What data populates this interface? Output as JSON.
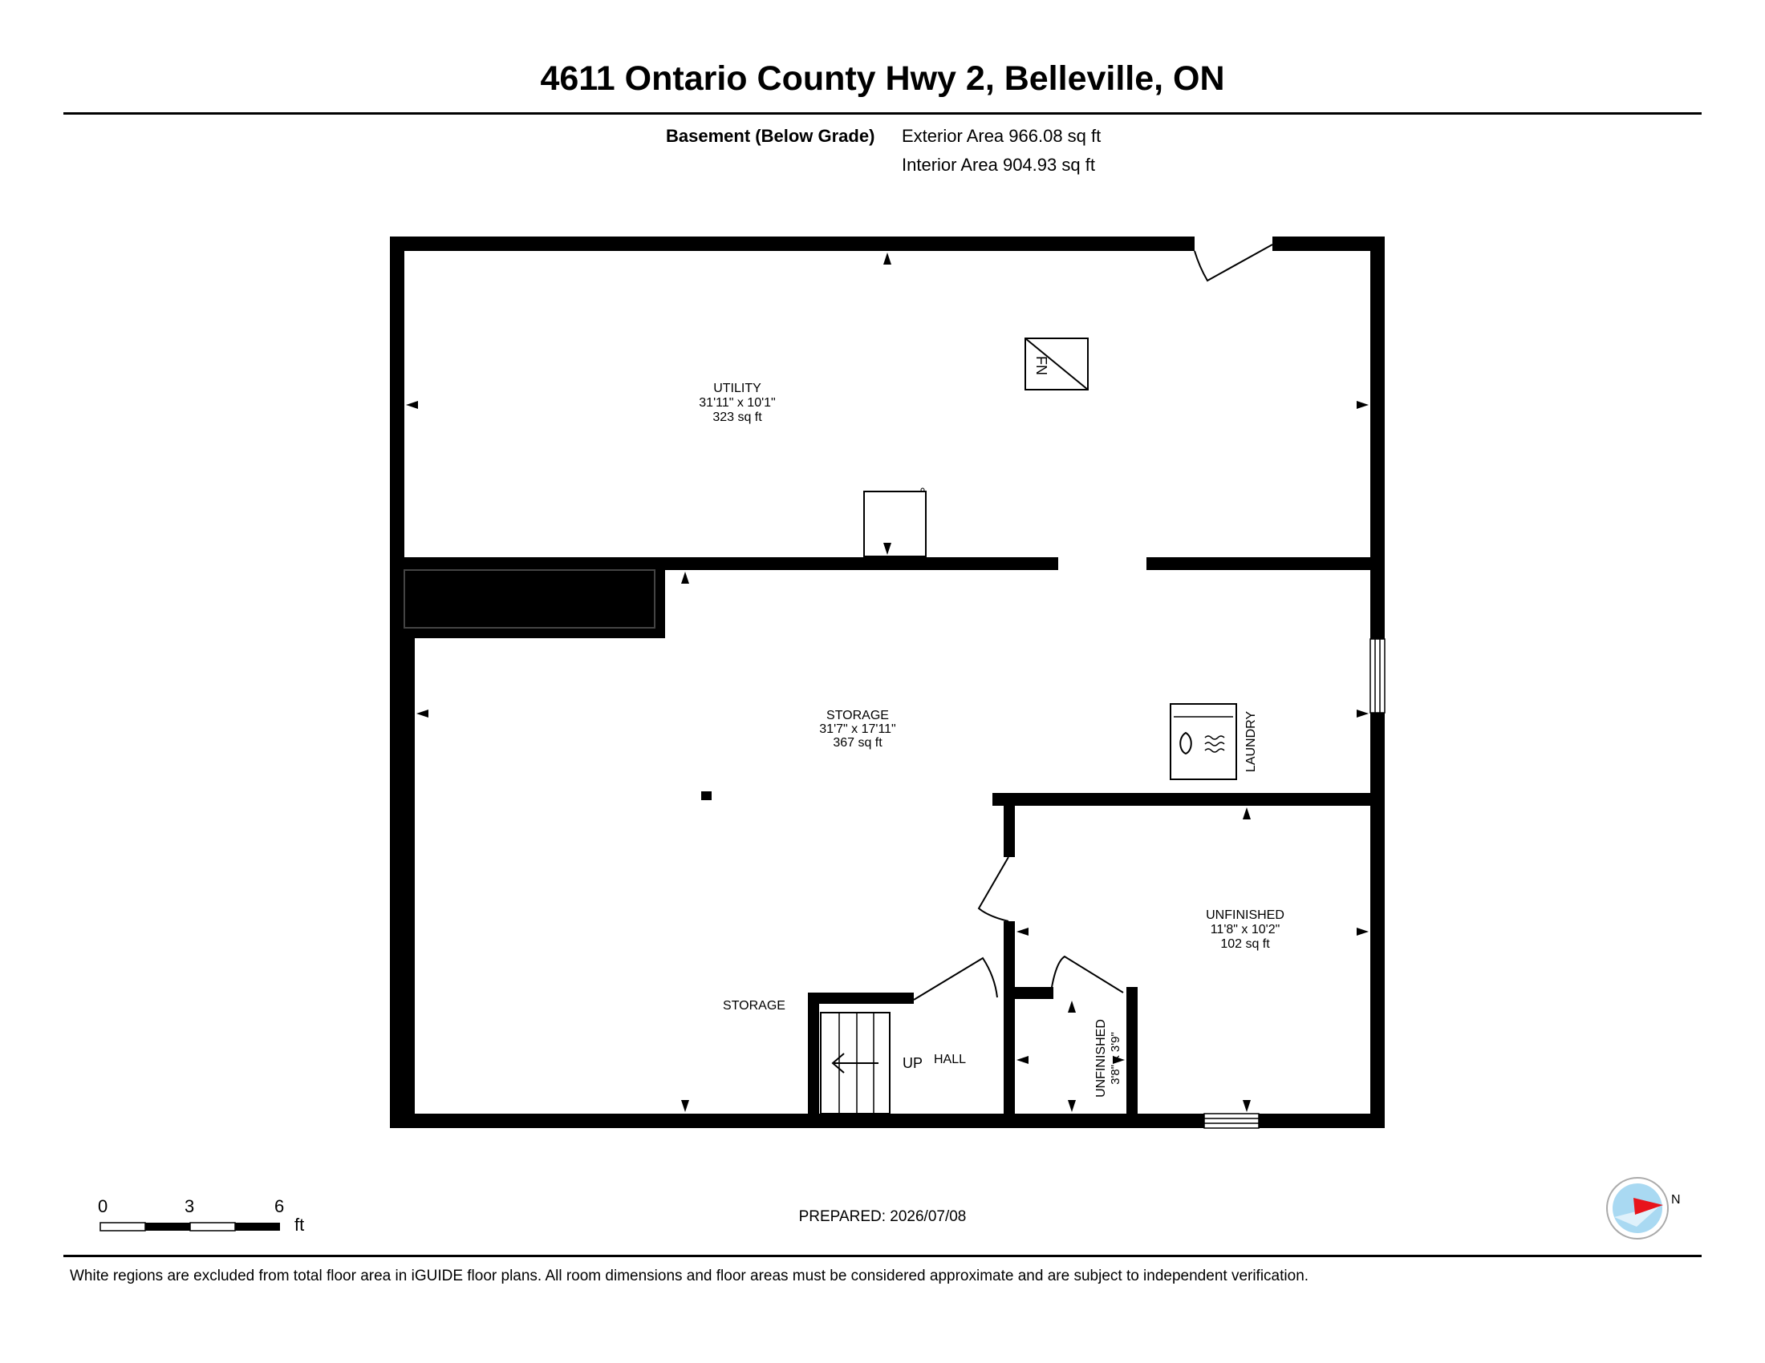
{
  "header": {
    "title": "4611 Ontario County Hwy 2, Belleville, ON",
    "level_label": "Basement (Below Grade)",
    "exterior_area": "Exterior Area 966.08 sq ft",
    "interior_area": "Interior Area 904.93 sq ft"
  },
  "rooms": {
    "utility": {
      "name": "UTILITY",
      "dims": "31'11\" x 10'1\"",
      "area": "323 sq ft"
    },
    "storage_main": {
      "name": "STORAGE",
      "dims": "31'7\" x 17'11\"",
      "area": "367 sq ft"
    },
    "unfinished_main": {
      "name": "UNFINISHED",
      "dims": "11'8\" x 10'2\"",
      "area": "102 sq ft"
    },
    "storage_small": {
      "name": "STORAGE"
    },
    "hall": {
      "name": "HALL"
    },
    "laundry": {
      "name": "LAUNDRY"
    },
    "unfinished_small": {
      "name": "UNFINISHED",
      "dims": "3'8\" x 3'9\""
    }
  },
  "fixtures": {
    "furnace": "FN",
    "stairs": "UP"
  },
  "scale_bar": {
    "ticks": [
      "0",
      "3",
      "6"
    ],
    "unit": "ft"
  },
  "compass": {
    "direction": "N"
  },
  "prepared": "PREPARED: 2026/07/08",
  "disclaimer": "White regions are excluded from total floor area in iGUIDE floor plans. All room dimensions and floor areas must be considered approximate and are subject to independent verification."
}
